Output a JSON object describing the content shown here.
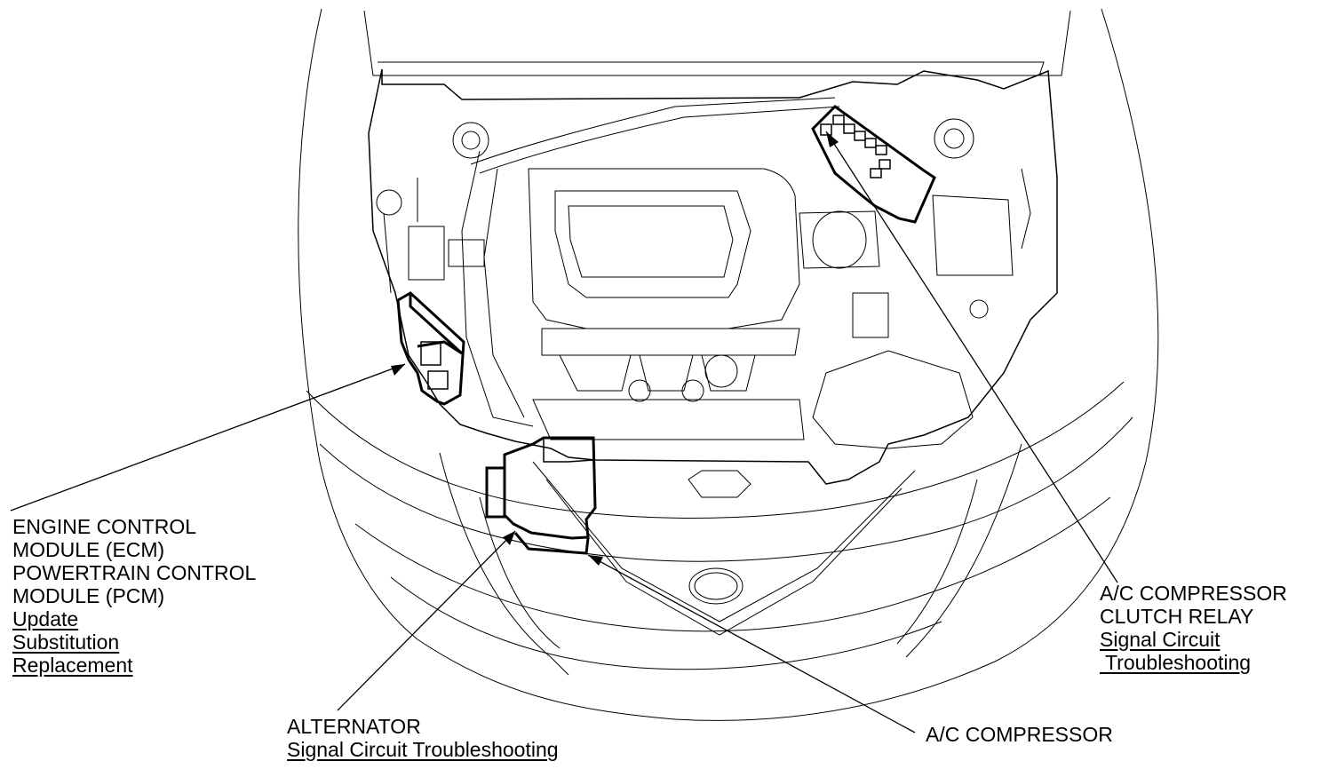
{
  "diagram": {
    "components": {
      "ecm_pcm": {
        "label_lines": [
          "ENGINE CONTROL",
          "MODULE (ECM)",
          "POWERTRAIN CONTROL",
          "MODULE (PCM)"
        ],
        "links": [
          "Update",
          "Substitution",
          "Replacement"
        ]
      },
      "ac_relay": {
        "label_lines": [
          "A/C COMPRESSOR",
          "CLUTCH RELAY"
        ],
        "links": [
          "Signal Circuit",
          " Troubleshooting"
        ]
      },
      "alternator": {
        "label_lines": [
          "ALTERNATOR"
        ],
        "links": [
          "Signal Circuit Troubleshooting"
        ]
      },
      "ac_compressor": {
        "label_lines": [
          "A/C COMPRESSOR"
        ],
        "links": []
      }
    }
  }
}
